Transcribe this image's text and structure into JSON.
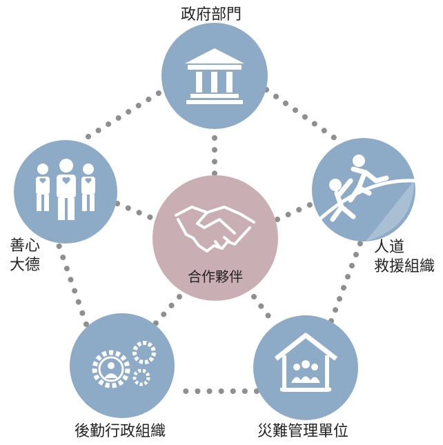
{
  "diagram": {
    "center": {
      "label": "合作夥伴",
      "icon": "handshake-icon"
    },
    "nodes": [
      {
        "id": "gov",
        "label": "政府部門",
        "icon": "government-building-icon"
      },
      {
        "id": "hum",
        "label": "人道\n救援組織",
        "icon": "climbers-helping-icon"
      },
      {
        "id": "dis",
        "label": "災難管理單位",
        "icon": "house-with-people-icon"
      },
      {
        "id": "log",
        "label": "後勤行政組織",
        "icon": "gears-with-person-icon"
      },
      {
        "id": "cha",
        "label": "善心\n大德",
        "icon": "people-with-hearts-icon"
      }
    ],
    "colors": {
      "node_fill": "#8daac6",
      "center_fill": "#c9aeb3",
      "dots": "#8f8f8f",
      "icon": "#ffffff"
    }
  }
}
